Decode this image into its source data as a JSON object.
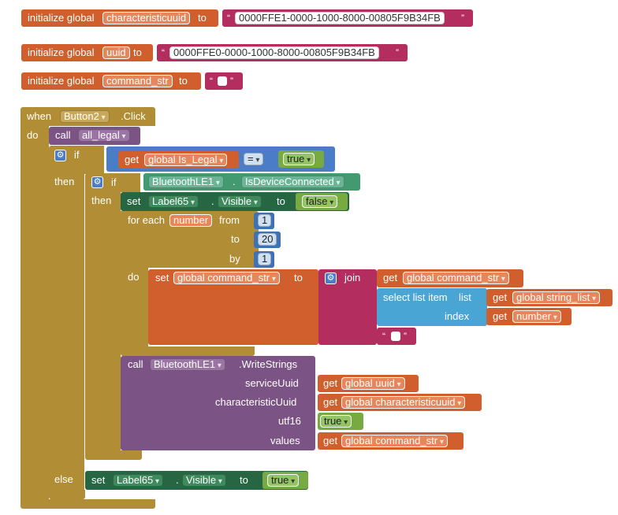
{
  "globals": [
    {
      "kw": "initialize global",
      "name": "characteristicuuid",
      "to": "to",
      "value": "0000FFE1-0000-1000-8000-00805F9B34FB"
    },
    {
      "kw": "initialize global",
      "name": "uuid",
      "to": "to",
      "value": "0000FFE0-0000-1000-8000-00805F9B34FB"
    },
    {
      "kw": "initialize global",
      "name": "command_str",
      "to": "to",
      "value": ""
    }
  ],
  "event": {
    "when": "when",
    "component": "Button2",
    "event_name": ".Click",
    "do": "do"
  },
  "call_all_legal": {
    "call": "call",
    "name": "all_legal"
  },
  "if1": {
    "if": "if",
    "then": "then",
    "else": "else",
    "get": "get",
    "var": "global Is_Legal",
    "op": "=",
    "value": "true"
  },
  "if2": {
    "if": "if",
    "then": "then",
    "component": "BluetoothLE1",
    "dot": ".",
    "property": "IsDeviceConnected"
  },
  "set_visible_false": {
    "set": "set",
    "component": "Label65",
    "dot": ".",
    "property": "Visible",
    "to": "to",
    "value": "false"
  },
  "foreach": {
    "for_each": "for each",
    "var": "number",
    "from": "from",
    "from_val": "1",
    "to": "to",
    "to_val": "20",
    "by": "by",
    "by_val": "1",
    "do": "do"
  },
  "set_cmd": {
    "set": "set",
    "var": "global command_str",
    "to": "to",
    "join": "join",
    "get1": "get",
    "get1_var": "global command_str",
    "select": "select list item",
    "list": "list",
    "get2": "get",
    "get2_var": "global string_list",
    "index": "index",
    "get3": "get",
    "get3_var": "number"
  },
  "write": {
    "call": "call",
    "component": "BluetoothLE1",
    "method": ".WriteStrings",
    "service_label": "serviceUuid",
    "service_get": "get",
    "service_var": "global uuid",
    "char_label": "characteristicUuid",
    "char_get": "get",
    "char_var": "global characteristicuuid",
    "utf16_label": "utf16",
    "utf16_val": "true",
    "values_label": "values",
    "values_get": "get",
    "values_var": "global command_str"
  },
  "set_visible_true": {
    "set": "set",
    "component": "Label65",
    "dot": ".",
    "property": "Visible",
    "to": "to",
    "value": "true"
  },
  "quote_open": "“",
  "quote_close": "”",
  "colors": {
    "variables": "#d05f2d",
    "text": "#b32d5e",
    "control": "#b18e35",
    "procedures": "#7c5385",
    "logic": "#77ab41",
    "math": "#3f71b5",
    "component": "#439970",
    "setter": "#266643",
    "lists": "#49a6d4"
  }
}
